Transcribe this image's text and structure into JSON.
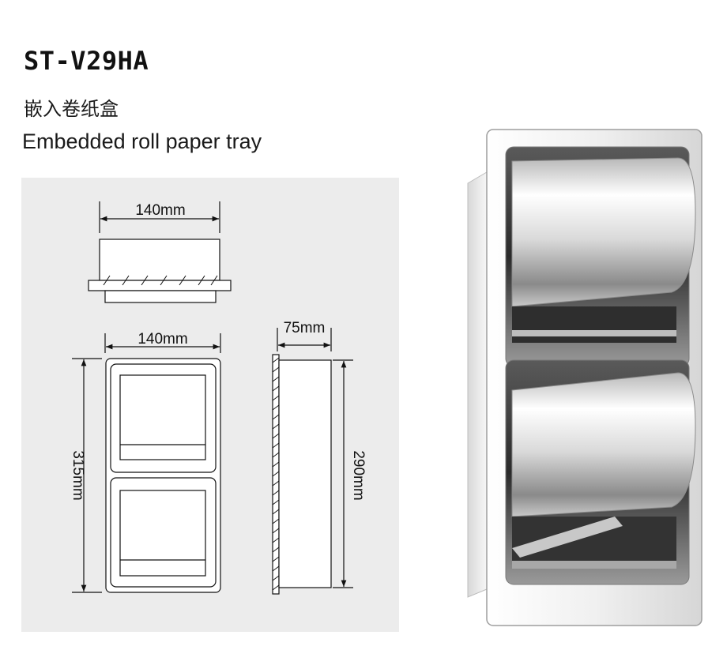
{
  "header": {
    "model": "ST-V29HA",
    "name_cn": "嵌入卷纸盒",
    "name_en": "Embedded roll paper tray"
  },
  "dimensions": {
    "top_width": "140mm",
    "front_width": "140mm",
    "side_depth": "75mm",
    "front_height": "315mm",
    "side_height": "290mm"
  },
  "colors": {
    "panel_bg": "#ececec",
    "line": "#111111",
    "steel_light": "#f4f4f4",
    "steel_dark": "#3a3a3a"
  }
}
